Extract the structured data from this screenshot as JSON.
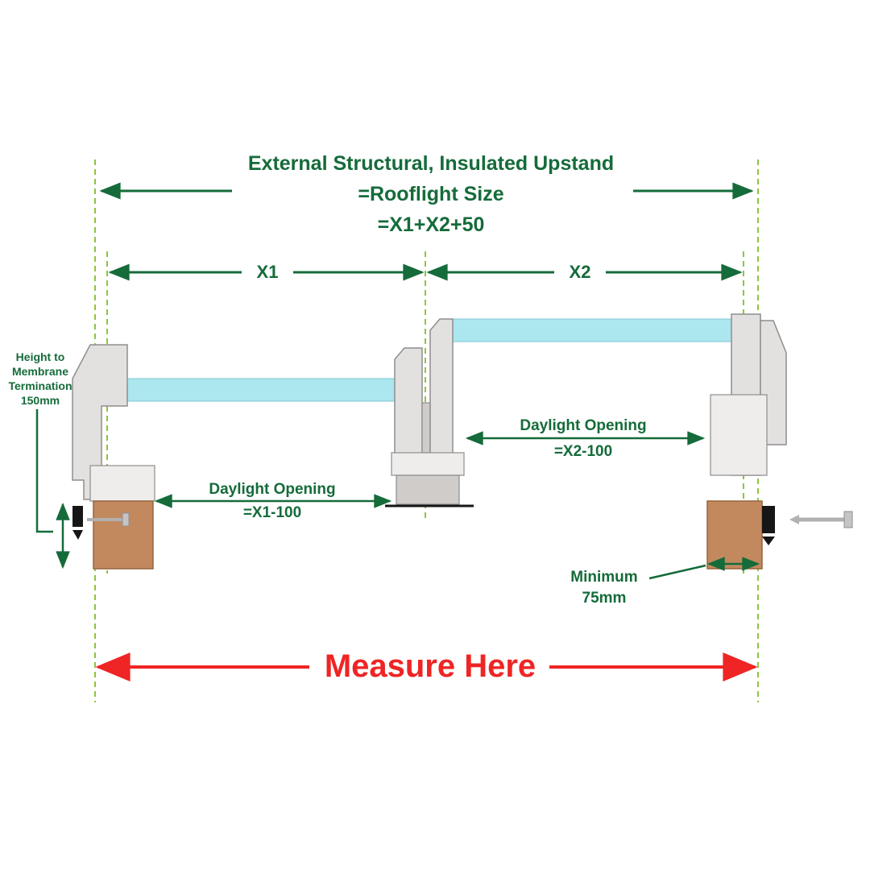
{
  "colors": {
    "dark_green": "#156b3a",
    "light_green": "#8cc63e",
    "red": "#ee2524",
    "glass": "#ace6ef",
    "glass_stroke": "#7fc7d6",
    "frame": "#e3e0e0",
    "frame_stroke": "#8f8d8d",
    "frame_light": "#efedec",
    "frame_dark": "#cfccca",
    "timber": "#c3895e",
    "timber_stroke": "#96653c",
    "black": "#161616",
    "screw": "#b2b0b0"
  },
  "title": {
    "line1": "External Structural, Insulated Upstand",
    "line2": "=Rooflight Size",
    "line3": "=X1+X2+50"
  },
  "dimensions": {
    "x1": "X1",
    "x2": "X2",
    "daylight_left": {
      "line1": "Daylight Opening",
      "line2": "=X1-100"
    },
    "daylight_right": {
      "line1": "Daylight Opening",
      "line2": "=X2-100"
    },
    "height_membrane": {
      "line1": "Height to",
      "line2": "Membrane",
      "line3": "Termination",
      "line4": "150mm"
    },
    "minimum_75": {
      "line1": "Minimum",
      "line2": "75mm"
    },
    "measure_here": "Measure Here"
  }
}
